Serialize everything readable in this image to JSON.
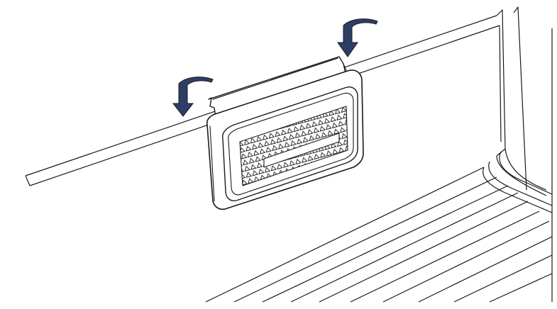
{
  "diagram": {
    "subject": "filter-installation-on-shelf",
    "colors": {
      "line": "#1a1a1a",
      "arrow": "#2d3e66",
      "background": "#ffffff",
      "filter_fill": "#ffffff"
    },
    "arrows": [
      {
        "icon": "curved-down-arrow-icon",
        "meaning": "insert-left-hook"
      },
      {
        "icon": "curved-down-arrow-icon",
        "meaning": "insert-right-hook"
      }
    ]
  }
}
